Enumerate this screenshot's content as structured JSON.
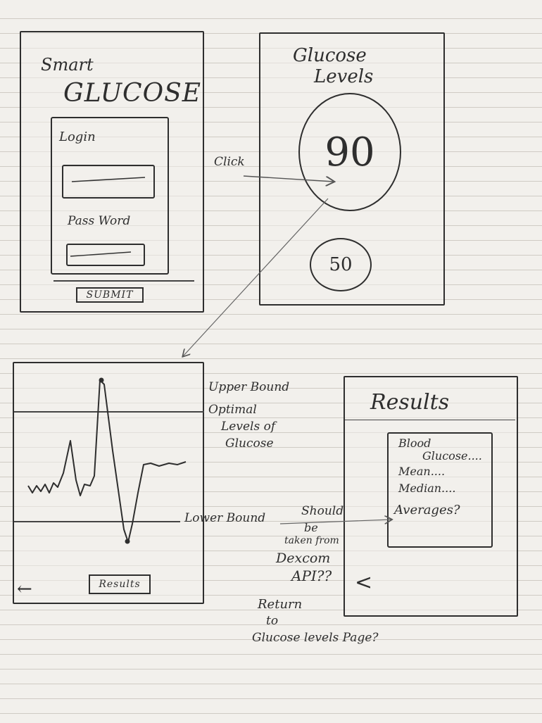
{
  "login_screen": {
    "app_name_small": "Smart",
    "app_name_large": "GLUCOSE",
    "login_label": "Login",
    "password_label": "Pass Word",
    "submit_label": "SUBMIT"
  },
  "glucose_screen": {
    "title_line1": "Glucose",
    "title_line2": "Levels",
    "primary_value": "90",
    "secondary_value": "50",
    "click_annotation": "Click"
  },
  "graph_screen": {
    "upper_bound_label": "Upper Bound",
    "optimal_line1": "Optimal",
    "optimal_line2": "Levels of",
    "optimal_line3": "Glucose",
    "lower_bound_label": "Lower Bound",
    "results_button": "Results",
    "back_arrow": "←"
  },
  "results_screen": {
    "title": "Results",
    "items": [
      "Blood",
      "Glucose....",
      "Mean....",
      "Median....",
      "Averages?"
    ],
    "back_arrow": "<"
  },
  "notes": {
    "api_line1": "Should",
    "api_line2": "be",
    "api_line3": "taken from",
    "api_line4": "Dexcom",
    "api_line5": "API??",
    "return_line1": "Return",
    "return_line2": "to",
    "return_line3": "Glucose levels Page?"
  }
}
